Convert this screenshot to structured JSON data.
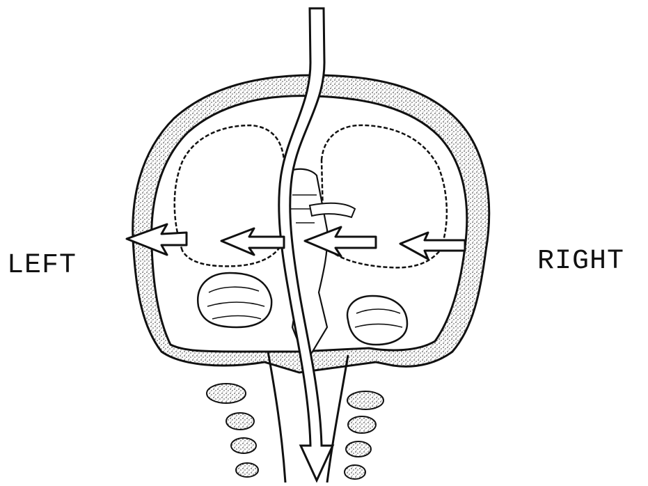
{
  "labels": {
    "left": "LEFT",
    "right": "RIGHT"
  },
  "colors": {
    "ink": "#111111",
    "background": "#ffffff",
    "stipple": "#555555"
  },
  "figure": {
    "subject": "head-cross-section-icon",
    "style": "black-and-white line drawing"
  }
}
